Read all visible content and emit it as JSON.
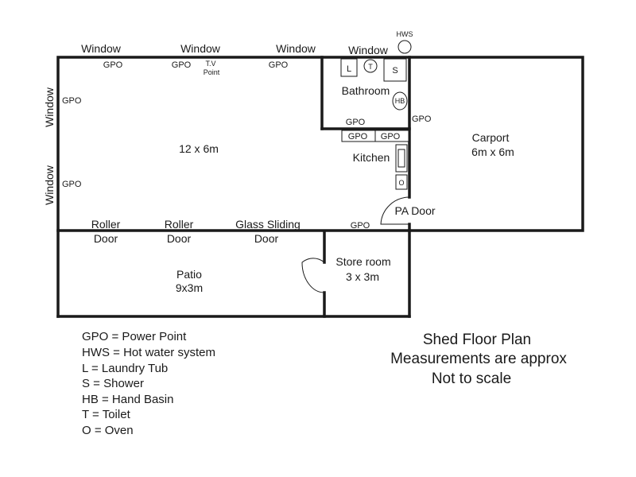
{
  "windows": {
    "top_1": "Window",
    "top_2": "Window",
    "top_3": "Window",
    "top_4": "Window",
    "left_1": "Window",
    "left_2": "Window"
  },
  "outlets": {
    "top_1": "GPO",
    "top_2": "GPO",
    "top_3": "GPO",
    "left_1": "GPO",
    "left_2": "GPO",
    "bath_bottom": "GPO",
    "kitchen_1": "GPO",
    "kitchen_2": "GPO",
    "carport_wall": "GPO",
    "door_side": "GPO"
  },
  "tv_point": {
    "line1": "T.V",
    "line2": "Point"
  },
  "hws": {
    "label": "HWS"
  },
  "fixtures": {
    "laundry": "L",
    "toilet": "T",
    "shower": "S",
    "hand_basin": "HB",
    "oven": "O"
  },
  "rooms": {
    "bathroom": "Bathroom",
    "main": "12 x 6m",
    "kitchen": "Kitchen",
    "carport": "Carport",
    "carport_size": "6m x 6m",
    "pa_door": "PA Door",
    "patio": "Patio",
    "patio_size": "9x3m",
    "store": "Store room",
    "store_size": "3 x 3m"
  },
  "doors": {
    "roller_1_a": "Roller",
    "roller_1_b": "Door",
    "roller_2_a": "Roller",
    "roller_2_b": "Door",
    "glass_a": "Glass Sliding",
    "glass_b": "Door"
  },
  "legend": [
    "GPO = Power Point",
    "HWS = Hot water system",
    "L = Laundry Tub",
    "S = Shower",
    "HB = Hand Basin",
    "T = Toilet",
    "O = Oven"
  ],
  "notes": {
    "title": "Shed Floor Plan",
    "line2": "Measurements are approx",
    "line3": "Not to scale"
  }
}
